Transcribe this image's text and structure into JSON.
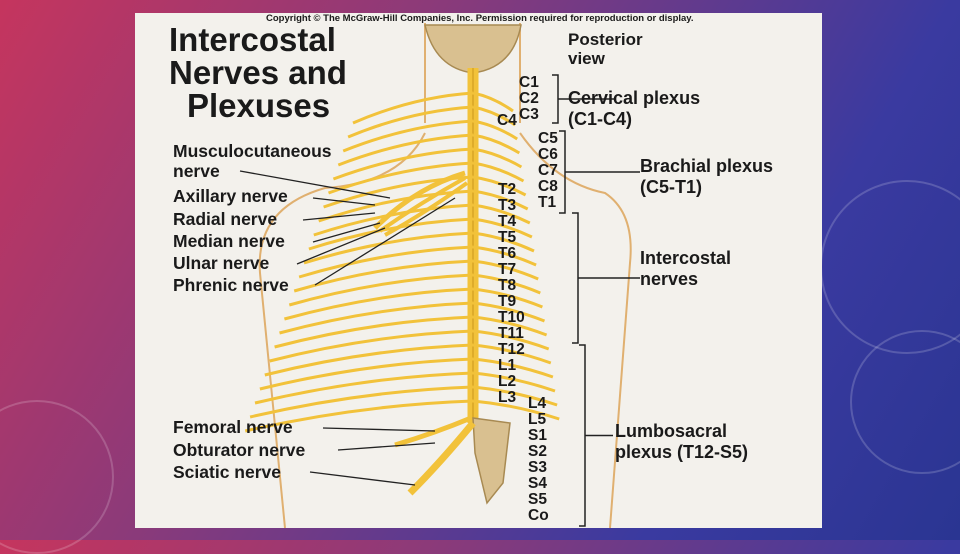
{
  "colors": {
    "nerve": "#f2c23a",
    "nerve_edge": "#c9951c",
    "skin_line": "#e0b070",
    "bone": "#d9c090",
    "background_start": "#c5355e",
    "background_end": "#2a3592"
  },
  "copyright": "Copyright © The McGraw-Hill Companies, Inc. Permission required for reproduction or display.",
  "title": [
    "Intercostal",
    "Nerves and",
    "Plexuses"
  ],
  "posterior_view": [
    "Posterior",
    "view"
  ],
  "left_labels": {
    "musculocutaneous": [
      "Musculocutaneous",
      "nerve"
    ],
    "axillary": "Axillary nerve",
    "radial": "Radial nerve",
    "median": "Median nerve",
    "ulnar": "Ulnar nerve",
    "phrenic": "Phrenic nerve",
    "femoral": "Femoral nerve",
    "obturator": "Obturator nerve",
    "sciatic": "Sciatic nerve"
  },
  "right_labels": {
    "cervical": [
      "Cervical plexus",
      "(C1-C4)"
    ],
    "brachial": [
      "Brachial plexus",
      "(C5-T1)"
    ],
    "intercostal": [
      "Intercostal",
      "nerves"
    ],
    "lumbosacral": [
      "Lumbosacral",
      "plexus (T12-S5)"
    ]
  },
  "segments": {
    "cervical_upper": [
      "C1",
      "C2",
      "C3"
    ],
    "c4": "C4",
    "cervical_lower": [
      "C5",
      "C6",
      "C7",
      "C8",
      "T1"
    ],
    "thoracic": [
      "T2",
      "T3",
      "T4",
      "T5",
      "T6",
      "T7",
      "T8",
      "T9",
      "T10",
      "T11",
      "T12",
      "L1",
      "L2",
      "L3"
    ],
    "lumbosacral": [
      "L4",
      "L5",
      "S1",
      "S2",
      "S3",
      "S4",
      "S5",
      "Co"
    ]
  }
}
